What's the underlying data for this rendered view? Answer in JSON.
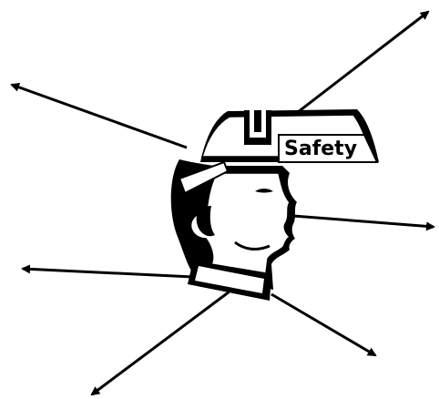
{
  "helmet": {
    "label": "Safety"
  },
  "arrows": [
    {
      "name": "arrow-upper-right"
    },
    {
      "name": "arrow-upper-left"
    },
    {
      "name": "arrow-right"
    },
    {
      "name": "arrow-left"
    },
    {
      "name": "arrow-lower-right"
    },
    {
      "name": "arrow-lower-left"
    }
  ],
  "colors": {
    "ink": "#000000",
    "background": "#ffffff"
  }
}
